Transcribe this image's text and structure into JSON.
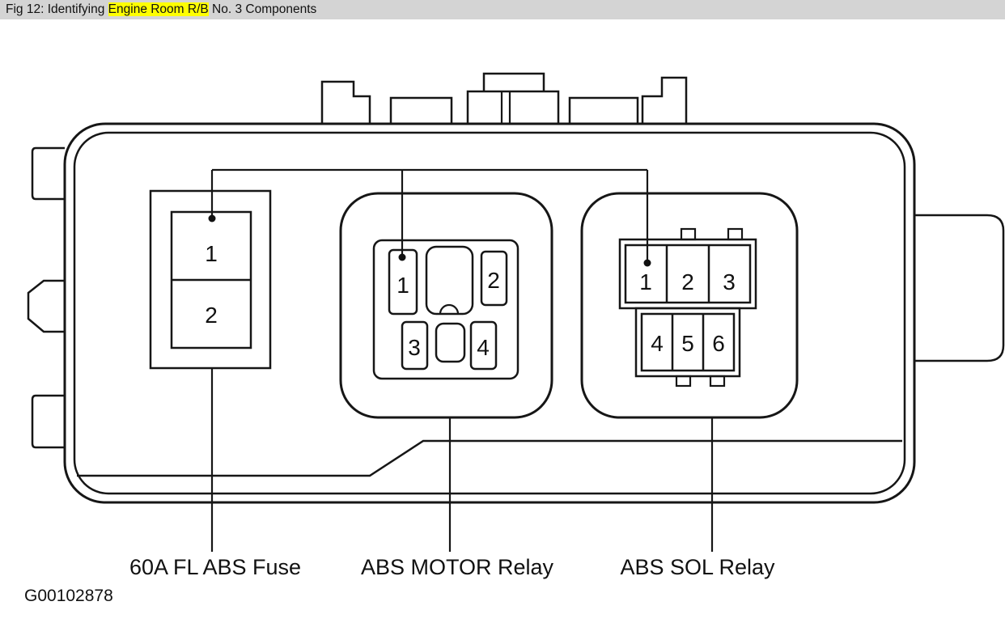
{
  "header": {
    "text_before": "Fig 12: Identifying ",
    "text_highlight": "Engine Room R/B",
    "text_after": " No. 3 Components",
    "highlight_color": "#ffff00",
    "bar_color": "#d4d4d4"
  },
  "diagram": {
    "figure_code": "G00102878",
    "fuse": {
      "label": "60A FL ABS Fuse",
      "terminals": [
        "1",
        "2"
      ]
    },
    "motor_relay": {
      "label": "ABS MOTOR Relay",
      "terminals": [
        "1",
        "2",
        "3",
        "4"
      ]
    },
    "sol_relay": {
      "label": "ABS SOL Relay",
      "terminals": [
        "1",
        "2",
        "3",
        "4",
        "5",
        "6"
      ]
    }
  }
}
